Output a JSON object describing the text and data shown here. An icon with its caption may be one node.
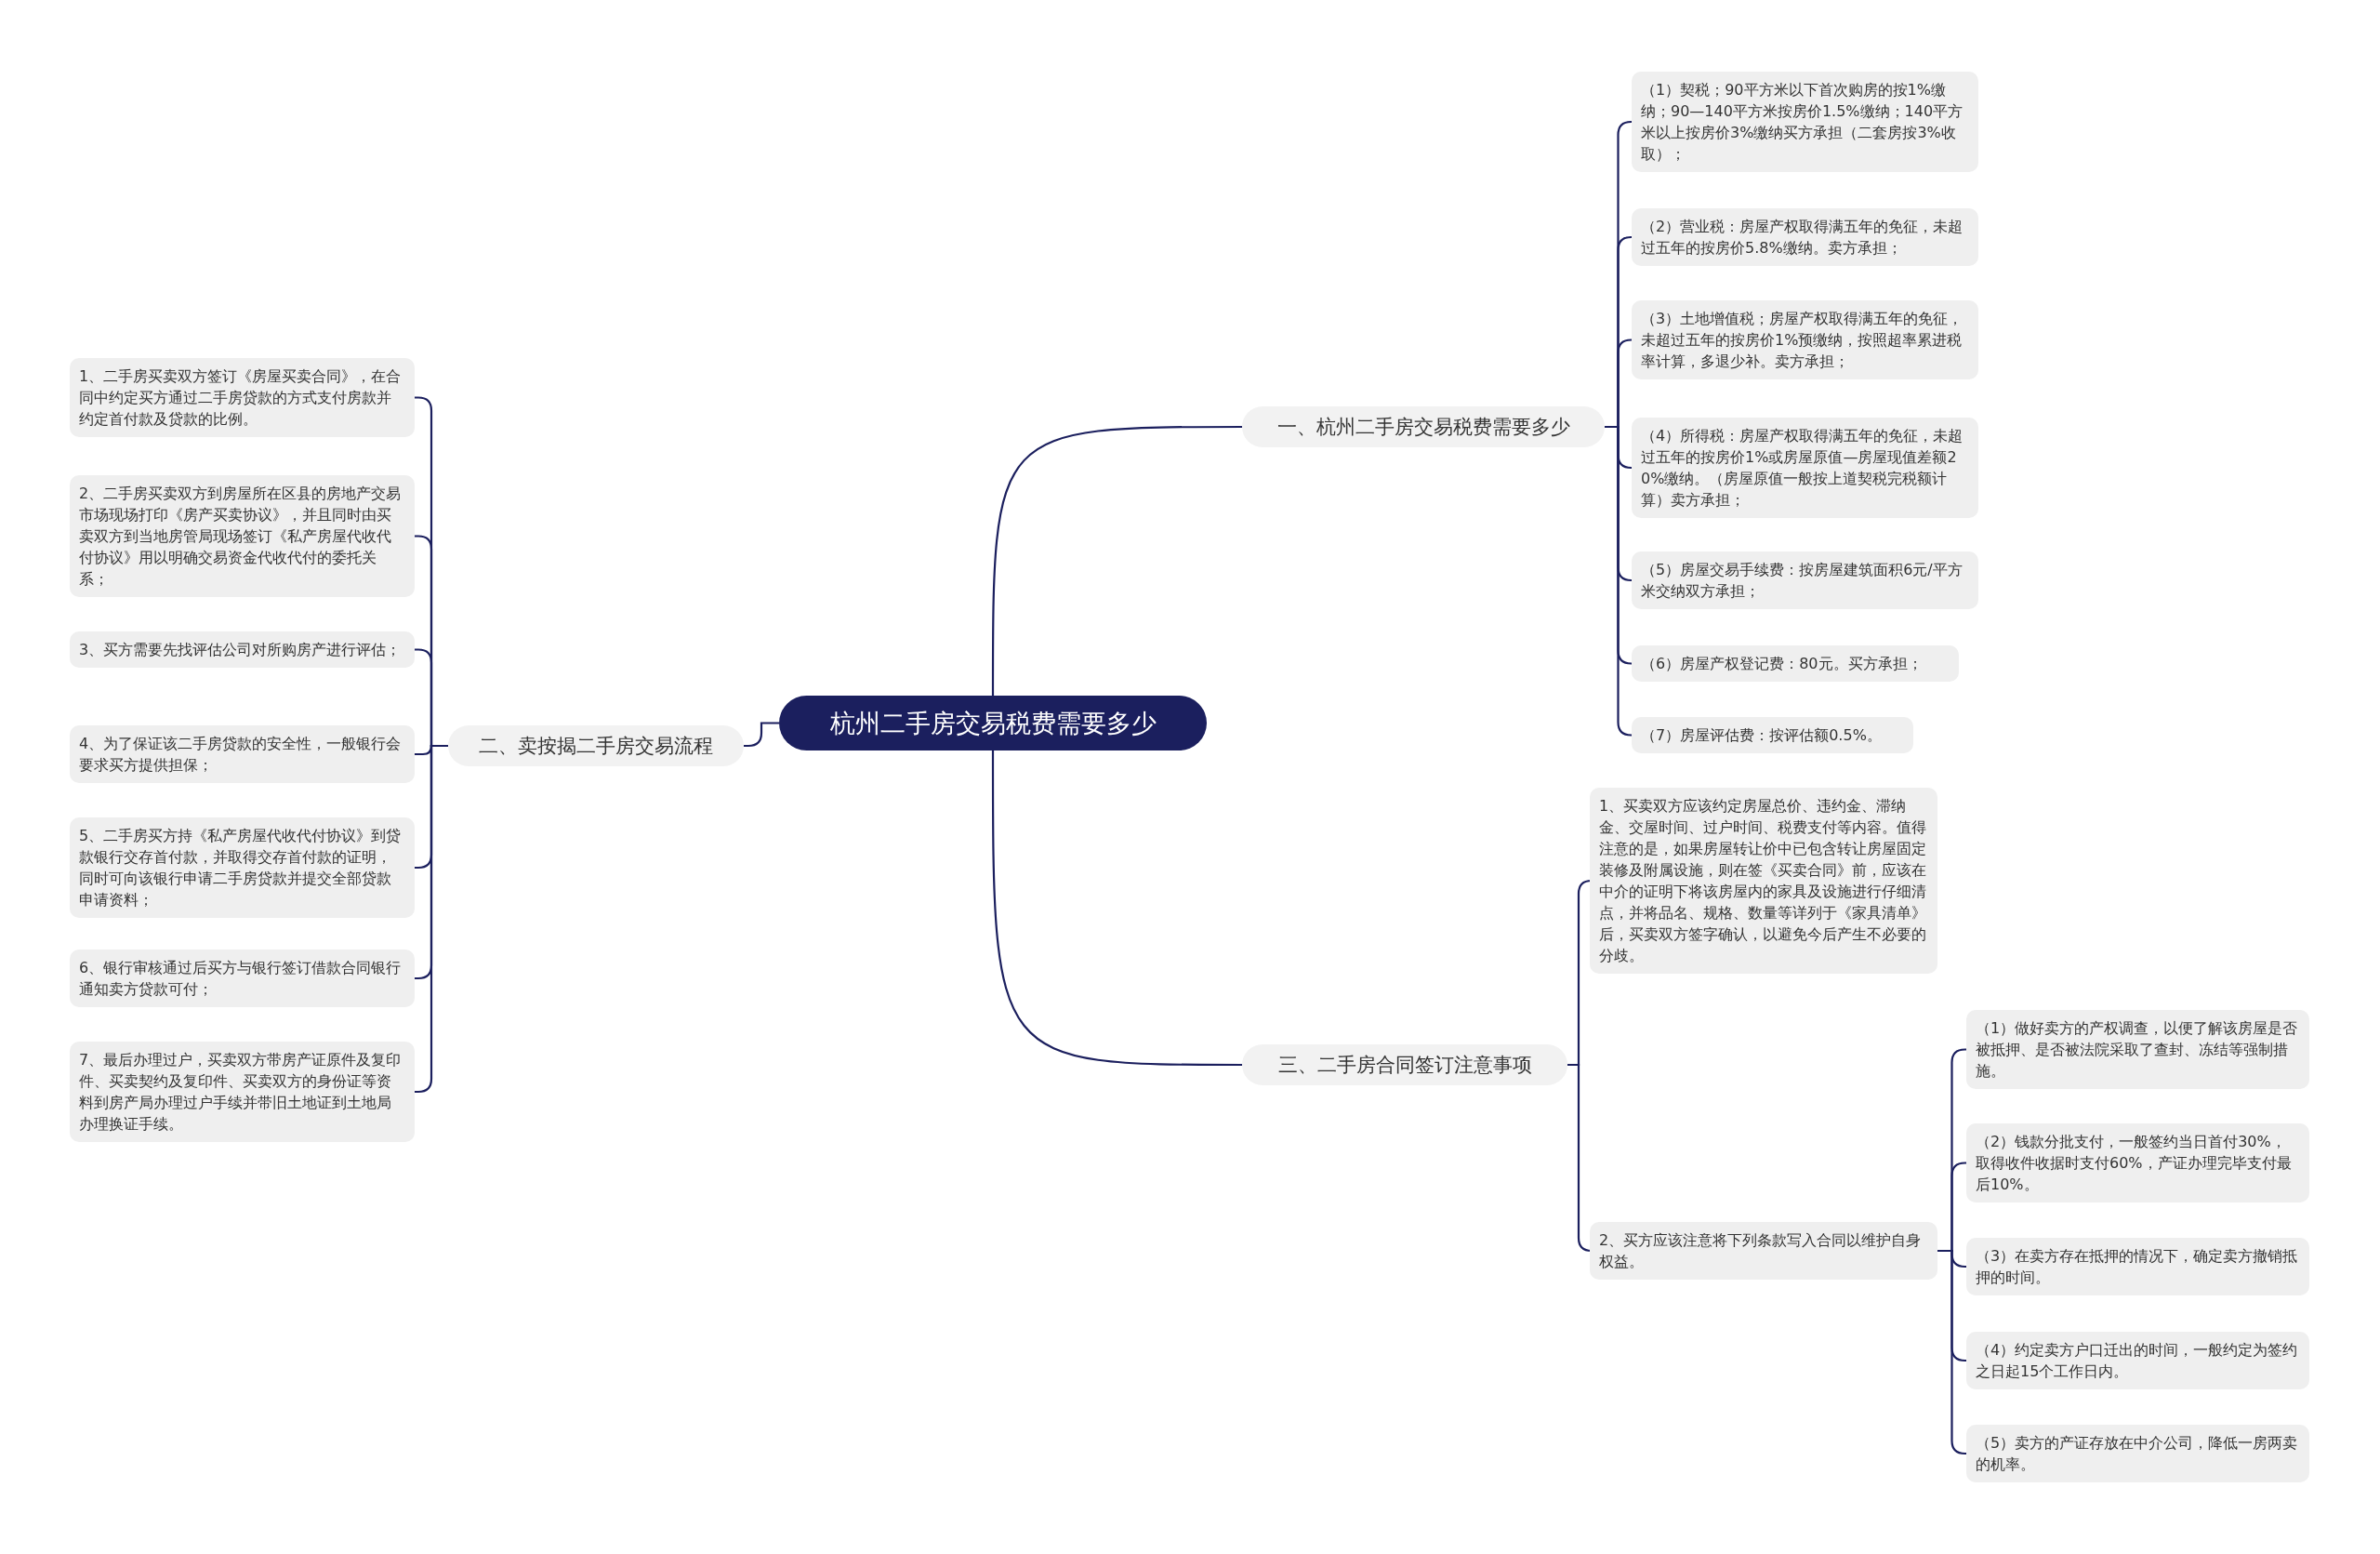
{
  "diagram": {
    "nodes": [
      {
        "text": [
          "杭州二手房交易税费需要多少"
        ]
      },
      {
        "text": [
          "一、杭州二手房交易税费需要多少"
        ]
      },
      {
        "text": [
          "（1）契税；90平方米以下首次购房的按1%缴纳；90—140平方米按房价1.5%缴纳；140平方米以上按房价3%缴纳买方承担（二套房按3%收取）；"
        ]
      },
      {
        "text": [
          "（2）营业税：房屋产权取得满五年的免征，未超过五年的按房价5.8%缴纳。卖方承担；"
        ]
      },
      {
        "text": [
          "（3）土地增值税；房屋产权取得满五年的免征，未超过五年的按房价1%预缴纳，按照超率累进税率计算，多退少补。卖方承担；"
        ]
      },
      {
        "text": [
          "（4）所得税：房屋产权取得满五年的免征，未超过五年的按房价1%或房屋原值—房屋现值差额20%缴纳。（房屋原值一般按上道契税完税额计算）卖方承担；"
        ]
      },
      {
        "text": [
          "（5）房屋交易手续费：按房屋建筑面积6元/平方米交纳双方承担；"
        ]
      },
      {
        "text": [
          "（6）房屋产权登记费：80元。买方承担；"
        ]
      },
      {
        "text": [
          "（7）房屋评估费：按评估额0.5%。"
        ]
      },
      {
        "text": [
          "二、卖按揭二手房交易流程"
        ]
      },
      {
        "text": [
          "1、二手房买卖双方签订《房屋买卖合同》，在合同中约定买方通过二手房贷款的方式支付房款并约定首付款及贷款的比例。"
        ]
      },
      {
        "text": [
          "2、二手房买卖双方到房屋所在区县的房地产交易市场现场打印《房产买卖协议》，并且同时由买卖双方到当地房管局现场签订《私产房屋代收代付协议》用以明确交易资金代收代付的委托关系；"
        ]
      },
      {
        "text": [
          "3、买方需要先找评估公司对所购房产进行评估；"
        ]
      },
      {
        "text": [
          "4、为了保证该二手房贷款的安全性，一般银行会要求买方提供担保；"
        ]
      },
      {
        "text": [
          "5、二手房买方持《私产房屋代收代付协议》到贷款银行交存首付款，并取得交存首付款的证明，同时可向该银行申请二手房贷款并提交全部贷款申请资料；"
        ]
      },
      {
        "text": [
          "6、银行审核通过后买方与银行签订借款合同银行通知卖方贷款可付；"
        ]
      },
      {
        "text": [
          "7、最后办理过户，买卖双方带房产证原件及复印件、买卖契约及复印件、买卖双方的身份证等资料到房产局办理过户手续并带旧土地证到土地局办理换证手续。"
        ]
      },
      {
        "text": [
          "三、二手房合同签订注意事项"
        ]
      },
      {
        "text": [
          "1、买卖双方应该约定房屋总价、违约金、滞纳金、交屋时间、过户时间、税费支付等内容。值得注意的是，如果房屋转让价中已包含转让房屋固定装修及附属设施，则在签《买卖合同》前，应该在中介的证明下将该房屋内的家具及设施进行仔细清点，并将品名、规格、数量等详列于《家具清单》后，买卖双方签字确认，以避免今后产生不必要的分歧。"
        ]
      },
      {
        "text": [
          "2、买方应该注意将下列条款写入合同以维护自身权益。"
        ]
      },
      {
        "text": [
          "（1）做好卖方的产权调查，以便了解该房屋是否被抵押、是否被法院采取了查封、冻结等强制措施。"
        ]
      },
      {
        "text": [
          "（2）钱款分批支付，一般签约当日首付30%，取得收件收据时支付60%，产证办理完毕支付最后10%。"
        ]
      },
      {
        "text": [
          "（3）在卖方存在抵押的情况下，确定卖方撤销抵押的时间。"
        ]
      },
      {
        "text": [
          "（4）约定卖方户口迁出的时间，一般约定为签约之日起15个工作日内。"
        ]
      },
      {
        "text": [
          "（5）卖方的产证存放在中介公司，降低一房两卖的机率。"
        ]
      }
    ],
    "edges": [
      {
        "from": 0,
        "to": 1,
        "arrow": "none"
      },
      {
        "from": 1,
        "to": 2,
        "arrow": "none"
      },
      {
        "from": 1,
        "to": 3,
        "arrow": "none"
      },
      {
        "from": 1,
        "to": 4,
        "arrow": "none"
      },
      {
        "from": 1,
        "to": 5,
        "arrow": "none"
      },
      {
        "from": 1,
        "to": 6,
        "arrow": "none"
      },
      {
        "from": 1,
        "to": 7,
        "arrow": "none"
      },
      {
        "from": 1,
        "to": 8,
        "arrow": "none"
      },
      {
        "from": 0,
        "to": 9,
        "arrow": "none"
      },
      {
        "from": 9,
        "to": 10,
        "arrow": "none"
      },
      {
        "from": 9,
        "to": 11,
        "arrow": "none"
      },
      {
        "from": 9,
        "to": 12,
        "arrow": "none"
      },
      {
        "from": 9,
        "to": 13,
        "arrow": "none"
      },
      {
        "from": 9,
        "to": 14,
        "arrow": "none"
      },
      {
        "from": 9,
        "to": 15,
        "arrow": "none"
      },
      {
        "from": 9,
        "to": 16,
        "arrow": "none"
      },
      {
        "from": 0,
        "to": 17,
        "arrow": "none"
      },
      {
        "from": 17,
        "to": 18,
        "arrow": "none"
      },
      {
        "from": 17,
        "to": 19,
        "arrow": "none"
      },
      {
        "from": 19,
        "to": 20,
        "arrow": "none"
      },
      {
        "from": 19,
        "to": 21,
        "arrow": "none"
      },
      {
        "from": 19,
        "to": 22,
        "arrow": "none"
      },
      {
        "from": 19,
        "to": 23,
        "arrow": "none"
      },
      {
        "from": 19,
        "to": 24,
        "arrow": "none"
      }
    ]
  }
}
